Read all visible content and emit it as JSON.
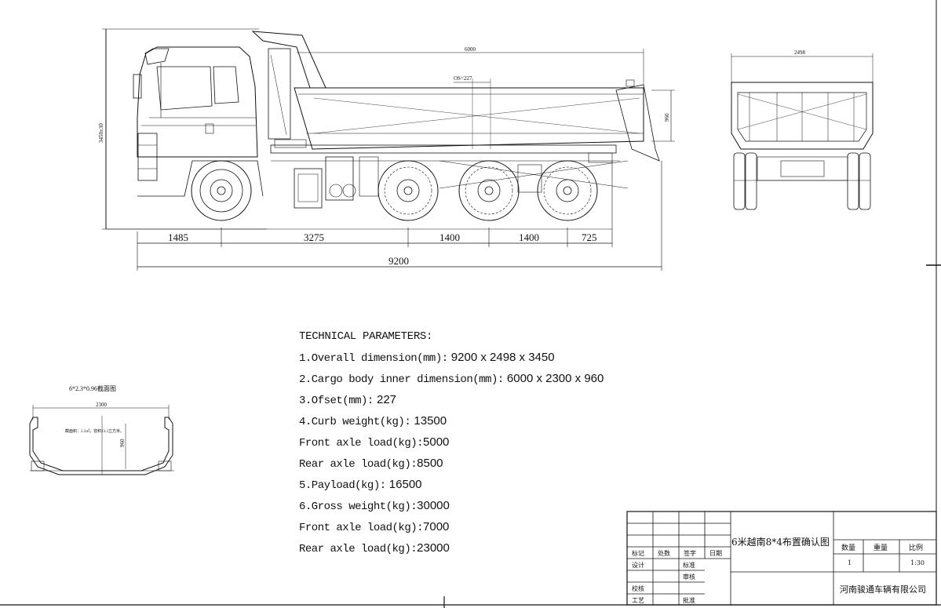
{
  "side_view": {
    "overall_height_label": "3450±30",
    "cargo_length_label": "6000",
    "offset_label": "OS=227",
    "box_height_label": "960",
    "segments": [
      "1485",
      "3275",
      "1400",
      "1400",
      "725"
    ],
    "overall_length_label": "9200"
  },
  "rear_view": {
    "width_label": "2498"
  },
  "section_view": {
    "caption": "6*2.3*0.96截面图",
    "width_label": "2300",
    "height_label": "960",
    "note": "截面积：2.2㎡，容积13.2立方米。"
  },
  "technical": {
    "title": "TECHNICAL PARAMETERS:",
    "rows": [
      {
        "label": "1.Overall dimension(mm):",
        "value": " 9200 x 2498 x 3450"
      },
      {
        "label": "2.Cargo body inner dimension(mm):",
        "value": " 6000 x 2300 x 960"
      },
      {
        "label": "3.Ofset(mm):",
        "value": " 227"
      },
      {
        "label": "4.Curb weight(kg):",
        "value": " 13500"
      },
      {
        "label": "Front axle load(kg):",
        "value": "5000"
      },
      {
        "label": "Rear axle load(kg):",
        "value": "8500"
      },
      {
        "label": "5.Payload(kg):",
        "value": " 16500"
      },
      {
        "label": "6.Gross weight(kg):",
        "value": "30000"
      },
      {
        "label": "Front axle load(kg):",
        "value": "7000"
      },
      {
        "label": "Rear axle load(kg):",
        "value": "23000"
      }
    ]
  },
  "title_block": {
    "drawing_title": "6米越南8*4布置确认图",
    "headers": [
      "标记",
      "处数",
      "签字",
      "日期"
    ],
    "roles_left": [
      "设计",
      "",
      "校核",
      "工艺"
    ],
    "roles_right": [
      "标准",
      "审核",
      "",
      "批准"
    ],
    "qty_label": "数量",
    "weight_label": "重量",
    "scale_label": "比例",
    "qty_value": "1",
    "scale_value": "1:30",
    "company": "河南骏通车辆有限公司"
  }
}
